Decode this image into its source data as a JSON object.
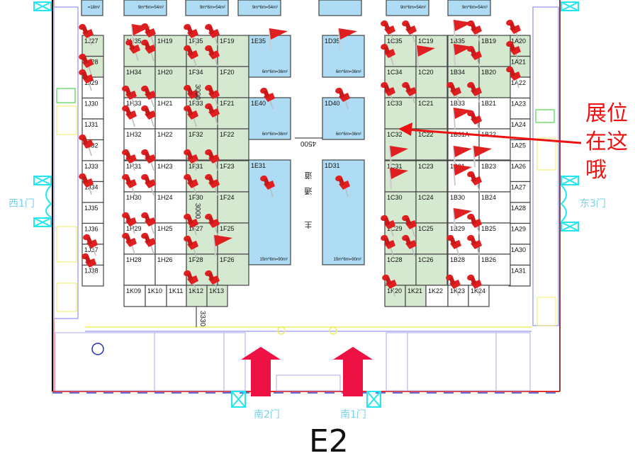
{
  "hall": {
    "name": "E2"
  },
  "colors": {
    "booth_green": "#d5e8d0",
    "booth_blue": "#aedcf5",
    "booth_white": "#ffffff",
    "pin_red": "#e02020",
    "arrow_red": "#ee1144",
    "door_cyan": "#22e6f0",
    "wall_blue": "#a9a9f0",
    "note_red": "#ee1111"
  },
  "doors": {
    "west": "西1门",
    "east": "东3门",
    "south2": "南2门",
    "south1": "南1门"
  },
  "annotation": {
    "line1": "展位",
    "line2": "在这",
    "line3": "哦",
    "target_booth": "1C32"
  },
  "aisle_text": "主通道",
  "dimensions": {
    "d4500": "4500",
    "d3000a": "3000",
    "d3000b": "3000",
    "d3330": "3330"
  },
  "top_strip": {
    "b1": "=18m²",
    "b2": "9m*6m=54m²",
    "b3": "9m*6m=54m²",
    "b4": "9m*6m=54m²",
    "b5": "",
    "b6": "9m*6m=54m²",
    "b7": "9m*6m=54m²"
  },
  "booths": {
    "J": [
      "1J27",
      "1J28",
      "1J29",
      "1J30",
      "1J31",
      "1J32",
      "1J33",
      "1J34",
      "1J35",
      "1J36",
      "1J37",
      "1J38"
    ],
    "H_top": [
      "1H35",
      "1H19",
      "1H34",
      "1H20"
    ],
    "H_mid": [
      "1H33",
      "1H21",
      "1H32",
      "1H22"
    ],
    "H_low": [
      "1H31",
      "1H23",
      "1H30",
      "1H24"
    ],
    "H_bot": [
      "1H29",
      "1H25",
      "1H28",
      "1H26"
    ],
    "F_top": [
      "1F35",
      "1F19",
      "1F34",
      "1F20"
    ],
    "F_mid": [
      "1F33",
      "1F21",
      "1F32",
      "1F22"
    ],
    "F_low": [
      "1F31",
      "1F23",
      "1F30",
      "1F24"
    ],
    "F_bot": [
      "1F27",
      "1F25",
      "1F28",
      "1F26"
    ],
    "E35": {
      "id": "1E35",
      "area": "6m*6m=36m²"
    },
    "E40": {
      "id": "1E40",
      "area": "6m*6m=36m²"
    },
    "E31": {
      "id": "1E31",
      "area": "15m*6m=90m²"
    },
    "D35": {
      "id": "1D35",
      "area": "6m*6m=36m²"
    },
    "D40": {
      "id": "1D40",
      "area": "6m*6m=36m²"
    },
    "D31": {
      "id": "1D31",
      "area": "15m*6m=90m²"
    },
    "C_top": [
      "1C35",
      "1C19",
      "1C34",
      "1C20"
    ],
    "C_mid": [
      "1C33",
      "1C21",
      "1C32",
      "1C22"
    ],
    "C_low": [
      "1C31",
      "1C23",
      "1C30",
      "1C24"
    ],
    "C_bot": [
      "1C29",
      "1C25",
      "1C28",
      "1C26"
    ],
    "B_top": [
      "1B35",
      "1B19",
      "1B34",
      "1B20"
    ],
    "B_mid": [
      "1B33",
      "1B21",
      "1B31A",
      "1B22"
    ],
    "B_low": [
      "1B31",
      "1B23",
      "1B30",
      "1B24"
    ],
    "B_bot": [
      "1B29",
      "1B25",
      "1B28",
      "1B26"
    ],
    "A": [
      "1A20",
      "1A21",
      "1A22",
      "1A23",
      "1A24",
      "1A25",
      "1A26",
      "1A27",
      "1A28",
      "1A29",
      "1A30",
      "1A31"
    ],
    "K": [
      "1K09",
      "1K10",
      "1K11",
      "1K12",
      "1K13",
      "1K20",
      "1K21",
      "1K22",
      "1K23",
      "1K24"
    ]
  }
}
